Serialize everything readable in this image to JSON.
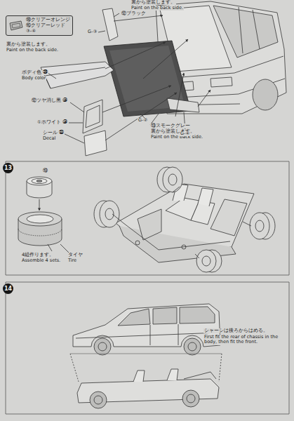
{
  "diagram": {
    "nodes": [
      {
        "text": [
          "⑱クリアーオレンジ",
          "⑯クリアーレッド",
          "③-④"
        ]
      }
    ],
    "labels": [
      "裏から塗装します。",
      "Paint on the back side.",
      "⑫ブラック",
      "G-③",
      "裏から塗装します。",
      "Paint on the back side.",
      "ボディ色 ㊴",
      "Body color",
      "⑫ツヤ消し黒 ㉙",
      "①ホワイト ㉙",
      "シール ㉞",
      "Decal",
      "G-②",
      "⑬スモークグレー",
      "裏から塗装します。",
      "Paint on the back side.",
      "G-④",
      "13",
      "⑲",
      "4組作ります。",
      "Assemble 4 sets.",
      "タイヤ",
      "Tire",
      "14",
      "シャーシは後ろからはめる。",
      "First fit the rear of chassis in the body, then fit the front."
    ]
  }
}
